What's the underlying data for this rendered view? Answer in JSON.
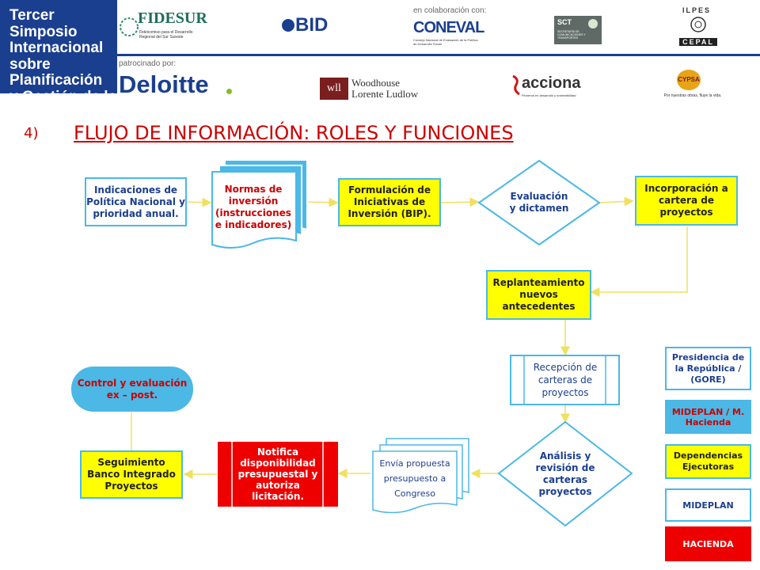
{
  "header": {
    "event_title_lines": [
      "Tercer Simposio",
      "Internacional",
      "sobre Planificación",
      "y Gestión de la",
      "Inversión Pública"
    ],
    "collab_label": "en colaboración con:",
    "sponsor_label": "patrocinado por:",
    "logos": {
      "fidesur": "FIDESUR",
      "fidesur_sub": "Fideicomiso para el Desarrollo Regional del Sur Sureste",
      "bid": "BID",
      "coneval": "CONEVAL",
      "coneval_sub": "Consejo Nacional de Evaluación de la Política de Desarrollo Social",
      "sct": "SCT",
      "sct_sub": "SECRETARÍA DE COMUNICACIONES Y TRANSPORTES",
      "ilpes": "ILPES",
      "cepal": "CEPAL",
      "deloitte": "Deloitte",
      "woodhouse_1": "Woodhouse",
      "woodhouse_2": "Lorente Ludlow",
      "acciona": "acciona",
      "acciona_sub": "Pioneros en desarrollo y sostenibilidad",
      "cypsa": "CYPSA",
      "cypsa_sub": "Por nuestras obras, fluye la vida."
    }
  },
  "title": {
    "number": "4)",
    "text": "FLUJO DE INFORMACIÓN: ROLES Y FUNCIONES"
  },
  "nodes": {
    "indicaciones": "Indicaciones de Política Nacional y prioridad anual.",
    "normas": "Normas de inversión (instrucciones e indicadores)",
    "formulacion": "Formulación de Iniciativas de Inversión (BIP).",
    "evaluacion": "Evaluación y dictamen",
    "incorporacion": "Incorporación a cartera de proyectos",
    "replanteamiento": "Replanteamiento nuevos antecedentes",
    "recepcion": "Recepción de carteras de proyectos",
    "analisis": "Análisis y revisión de carteras proyectos",
    "envia": "Envía propuesta presupuesto a Congreso",
    "notifica": "Notifica disponibilidad presupuestal y autoriza licitación.",
    "seguimiento": "Seguimiento Banco Integrado Proyectos",
    "control": "Control y evaluación ex – post."
  },
  "legend": [
    {
      "label": "Presidencia de la República / (GORE)",
      "color": "#ffffff"
    },
    {
      "label": "MIDEPLAN / M. Hacienda",
      "color": "#4bb8e6"
    },
    {
      "label": "Dependencias Ejecutoras",
      "color": "#ffff00"
    },
    {
      "label": "MIDEPLAN",
      "color": "#ffffff"
    },
    {
      "label": "HACIENDA",
      "color": "#ee0000"
    }
  ],
  "colors": {
    "banner": "#1b3f8f",
    "title": "#cc0000",
    "border_blue": "#4bb8e6",
    "yellow": "#ffff00",
    "red": "#ee0000",
    "connector": "#f0e060"
  }
}
